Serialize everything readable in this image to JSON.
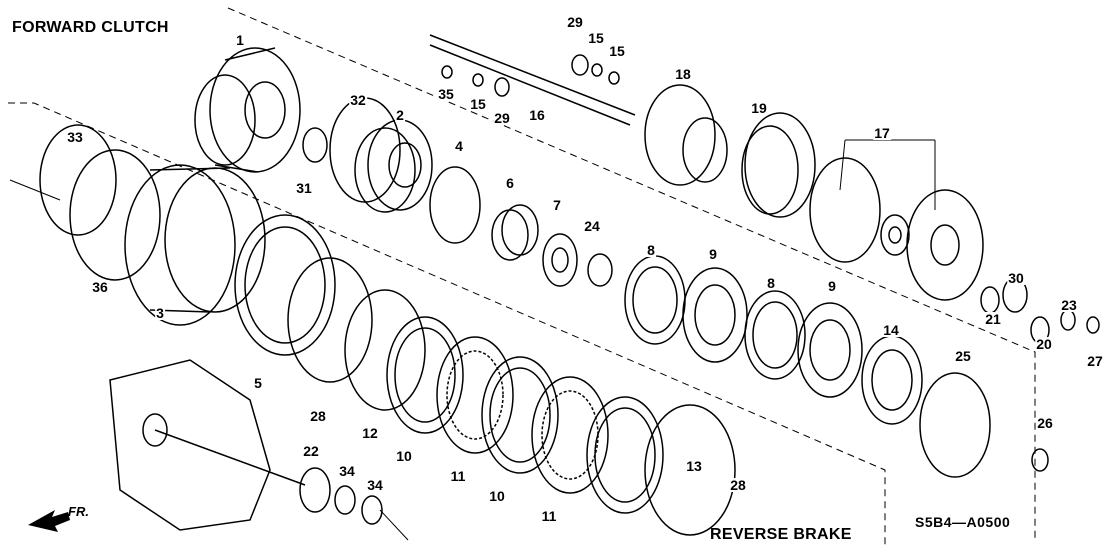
{
  "titles": {
    "forward_clutch": "FORWARD CLUTCH",
    "reverse_brake": "REVERSE BRAKE",
    "diagram_code": "S5B4—A0500",
    "front_indicator": "FR."
  },
  "callouts": [
    "1",
    "32",
    "2",
    "31",
    "33",
    "36",
    "3",
    "5",
    "28",
    "12",
    "10",
    "11",
    "10",
    "11",
    "13",
    "28",
    "22",
    "34",
    "34",
    "4",
    "6",
    "7",
    "24",
    "8",
    "9",
    "8",
    "9",
    "14",
    "25",
    "26",
    "27",
    "20",
    "23",
    "21",
    "30",
    "17",
    "19",
    "18",
    "16",
    "29",
    "15",
    "15",
    "35",
    "15",
    "29"
  ]
}
